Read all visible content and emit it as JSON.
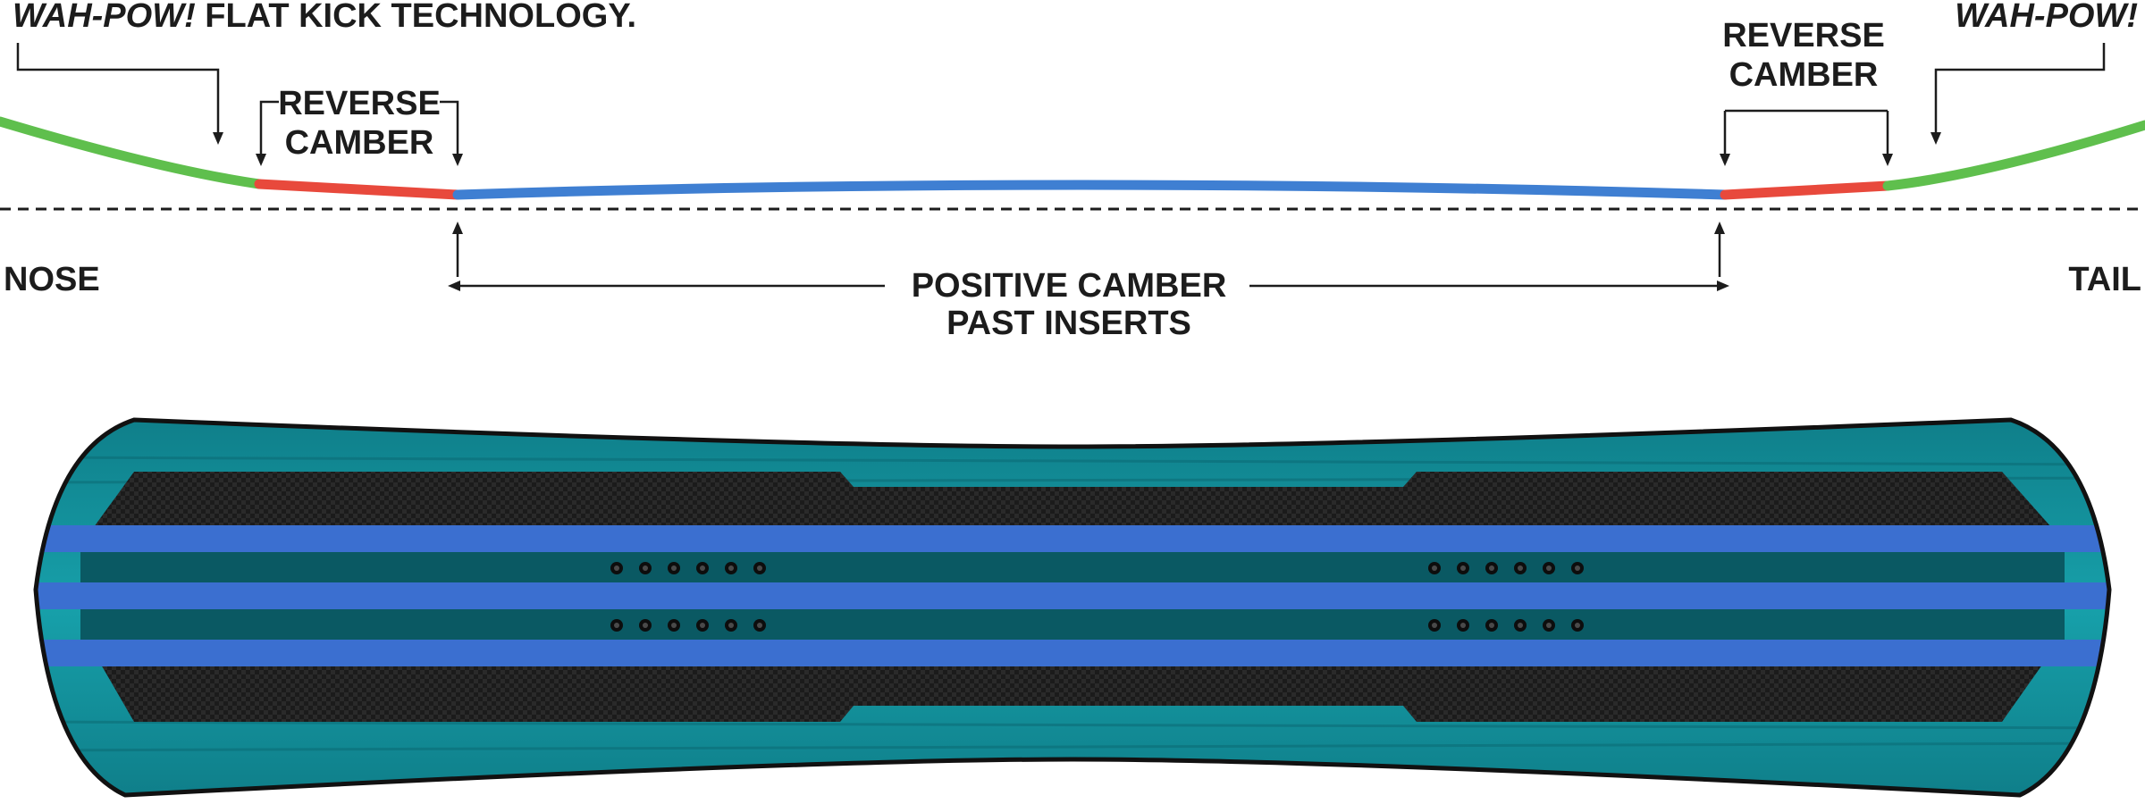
{
  "labels": {
    "wahpow_left": "WAH-POW!",
    "flat_kick": " FLAT KICK TECHNOLOGY.",
    "reverse_left_1": "REVERSE",
    "reverse_left_2": "CAMBER",
    "reverse_right_1": "REVERSE",
    "reverse_right_2": "CAMBER",
    "wahpow_right": "WAH-POW!",
    "nose": "NOSE",
    "tail": "TAIL",
    "positive_1": "POSITIVE CAMBER",
    "positive_2": "PAST INSERTS"
  },
  "colors": {
    "flat_kick": "#5fbf4d",
    "reverse_camber": "#e8493c",
    "positive_camber": "#3f7fd2",
    "board_teal": "#138d98",
    "board_teal_dark": "#0c6672",
    "carbon": "#1b1b1b",
    "stringer_blue": "#3b6fd0",
    "outline": "#111111",
    "text": "#1c1c1c"
  },
  "icons": {
    "arrow": "arrow-down-icon",
    "insert": "insert-hole-icon"
  }
}
